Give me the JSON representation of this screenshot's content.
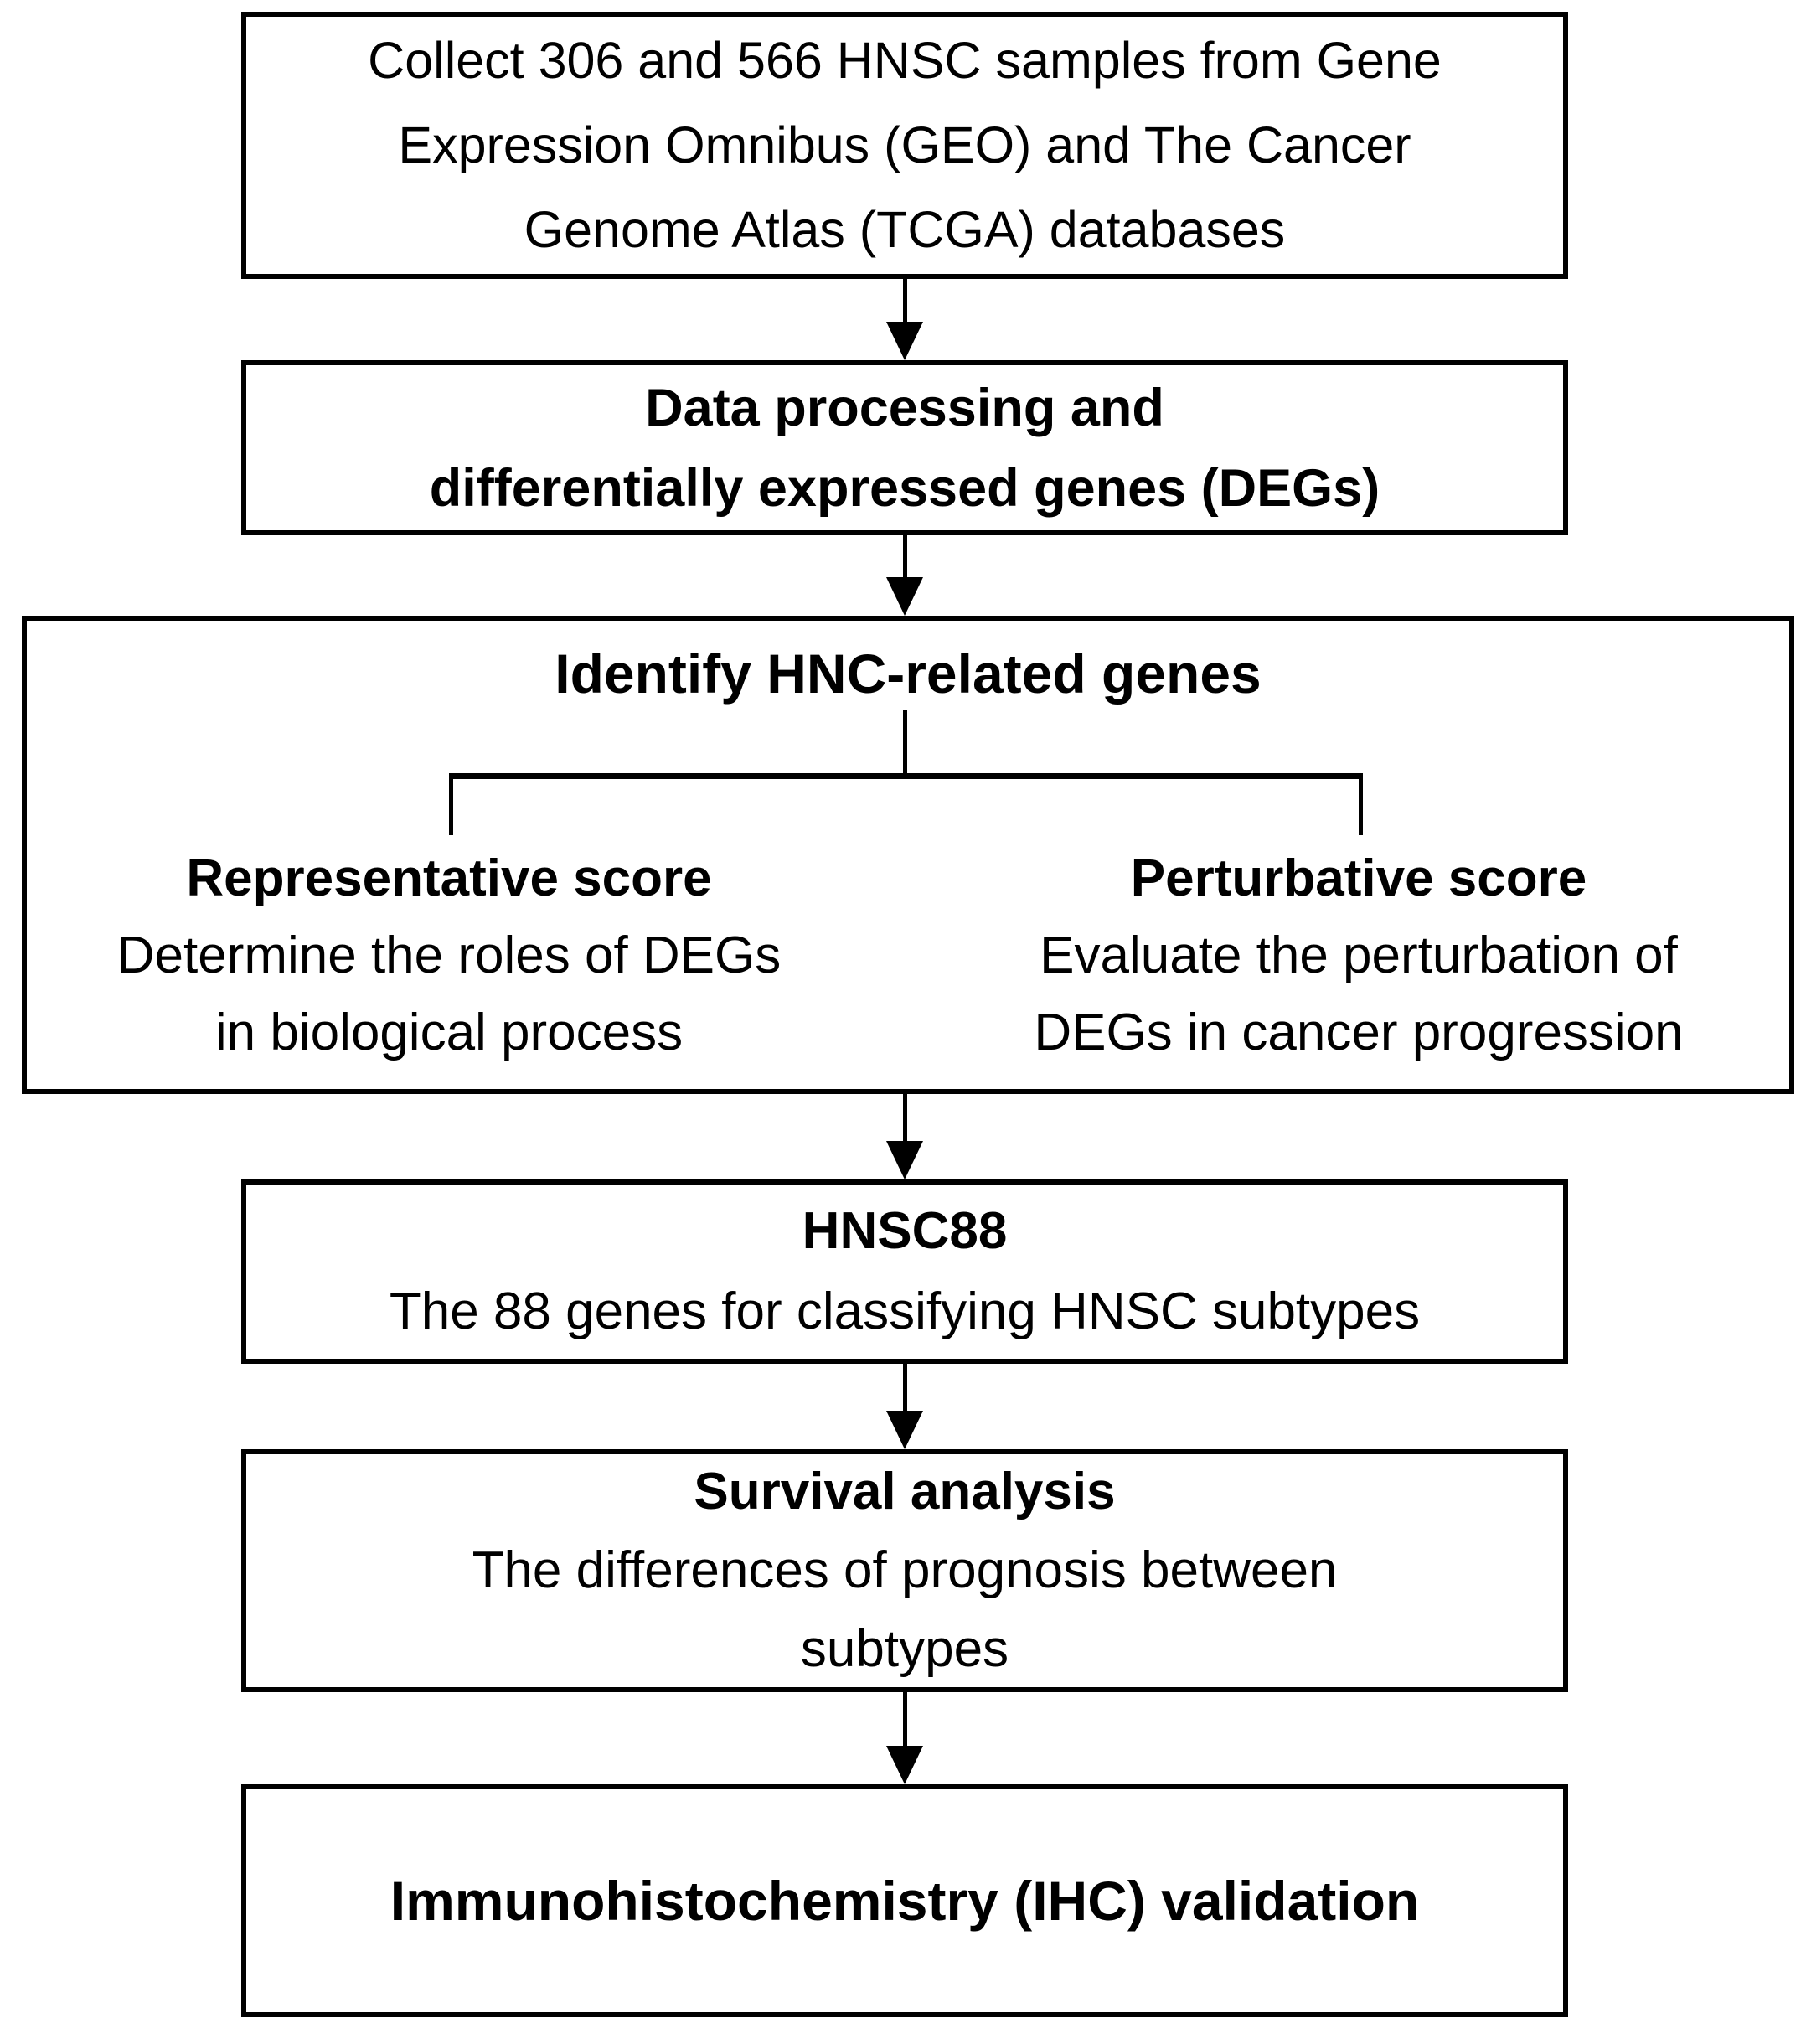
{
  "colors": {
    "background": "#ffffff",
    "line": "#000000",
    "text": "#000000"
  },
  "diagram": {
    "type": "flowchart",
    "nodes": {
      "collect": {
        "lines": [
          "Collect 306 and 566 HNSC samples from Gene",
          "Expression Omnibus (GEO) and The Cancer",
          "Genome Atlas (TCGA) databases"
        ]
      },
      "processing": {
        "lines": [
          "Data processing and",
          "differentially expressed genes (DEGs)"
        ]
      },
      "identify": {
        "title": "Identify HNC-related genes",
        "representative": {
          "title": "Representative score",
          "desc_lines": [
            "Determine the roles of DEGs",
            "in biological process"
          ]
        },
        "perturbative": {
          "title": "Perturbative score",
          "desc_lines": [
            "Evaluate the perturbation of",
            "DEGs in cancer progression"
          ]
        }
      },
      "hnsc88": {
        "title": "HNSC88",
        "desc": "The 88 genes for classifying HNSC subtypes"
      },
      "survival": {
        "title": "Survival analysis",
        "desc_lines": [
          "The differences of prognosis between",
          "subtypes"
        ]
      },
      "ihc": {
        "title": "Immunohistochemistry (IHC) validation"
      }
    }
  }
}
